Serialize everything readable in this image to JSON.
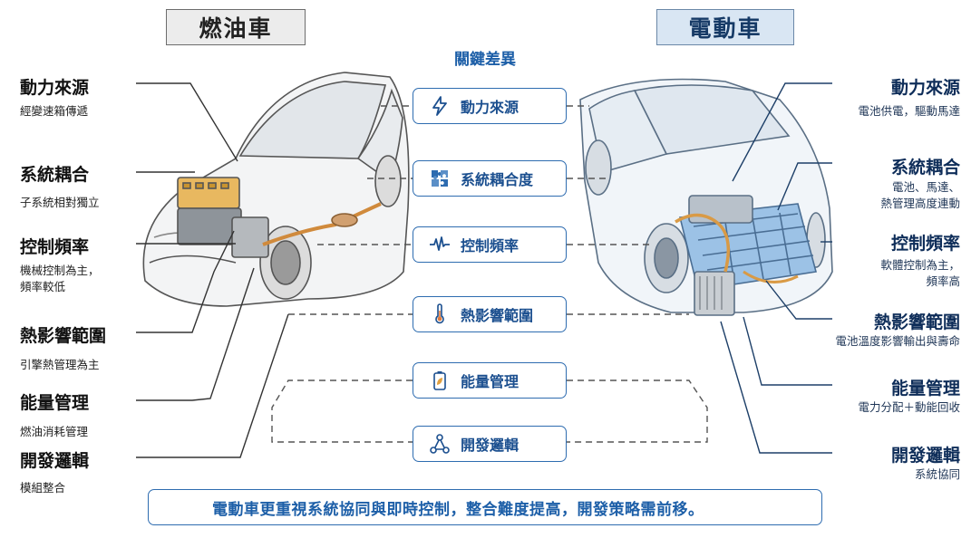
{
  "gas_title": "燃油車",
  "ev_title": "電動車",
  "middle_title": "關鍵差異",
  "left_items": [
    {
      "title": "動力來源",
      "sub": "經變速箱傳遞"
    },
    {
      "title": "系統耦合",
      "sub": "子系統相對獨立"
    },
    {
      "title": "控制頻率",
      "sub": "機械控制為主，",
      "sub2": "頻率較低"
    },
    {
      "title": "熱影響範圍",
      "sub": "引擎熱管理為主"
    },
    {
      "title": "能量管理",
      "sub": "燃油消耗管理"
    },
    {
      "title": "開發邏輯",
      "sub": "模組整合"
    }
  ],
  "right_items": [
    {
      "title": "動力來源",
      "sub": "電池供電，驅動馬達"
    },
    {
      "title": "系統耦合",
      "sub": "電池、馬達、",
      "sub2": "熱管理高度連動"
    },
    {
      "title": "控制頻率",
      "sub": "軟體控制為主，",
      "sub2": "頻率高"
    },
    {
      "title": "熱影響範圍",
      "sub": "電池溫度影響輸出與壽命"
    },
    {
      "title": "能量管理",
      "sub": "電力分配＋動能回收"
    },
    {
      "title": "開發邏輯",
      "sub": "系統協同"
    }
  ],
  "middle_items": [
    {
      "label": "動力來源",
      "icon": "lightning-icon"
    },
    {
      "label": "系統耦合度",
      "icon": "puzzle-icon"
    },
    {
      "label": "控制頻率",
      "icon": "waveform-icon"
    },
    {
      "label": "熱影響範圍",
      "icon": "thermometer-icon"
    },
    {
      "label": "能量管理",
      "icon": "battery-leaf-icon"
    },
    {
      "label": "開發邏輯",
      "icon": "network-icon"
    }
  ],
  "bottom_note": "電動車更重視系統協同與即時控制，整合難度提高，開發策略需前移。",
  "colors": {
    "accent": "#2e6cb0",
    "ev_banner": "#d9e6f3",
    "gas_banner": "#ececec",
    "orange": "#e0a040"
  }
}
